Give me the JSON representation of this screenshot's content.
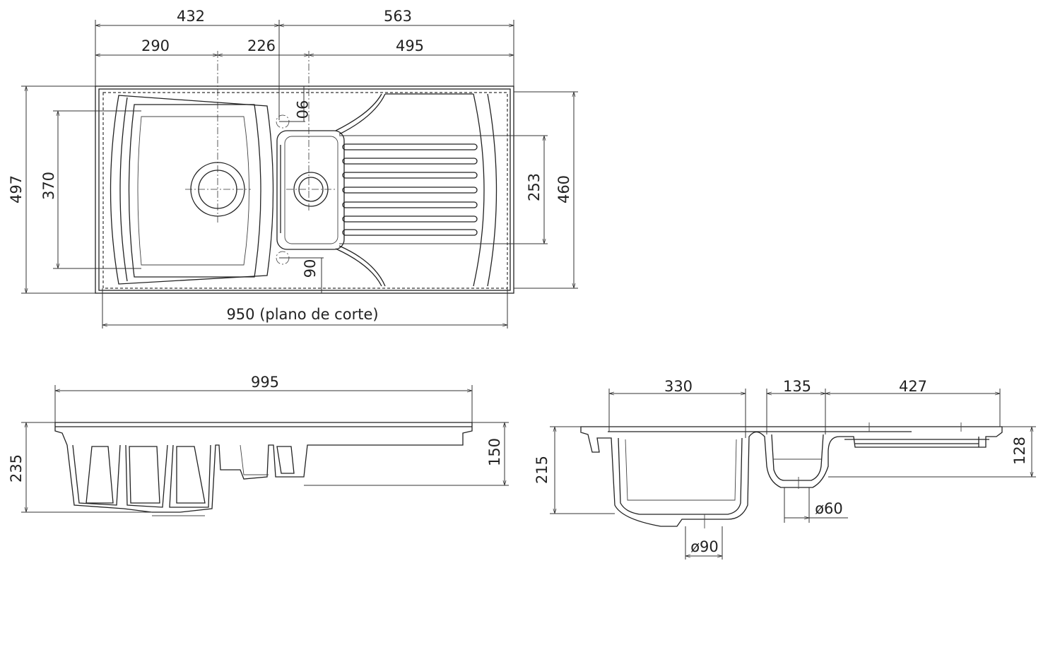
{
  "top_view": {
    "dims": {
      "d432": "432",
      "d563": "563",
      "d290": "290",
      "d226": "226",
      "d495": "495",
      "d497": "497",
      "d370": "370",
      "d253": "253",
      "d460": "460",
      "d90_top": "90",
      "d90_bottom": "90",
      "cut_plane": "950 (plano de corte)"
    }
  },
  "side_view": {
    "dims": {
      "d995": "995",
      "d235": "235",
      "d150": "150"
    }
  },
  "section_view": {
    "dims": {
      "d330": "330",
      "d135": "135",
      "d427": "427",
      "d215": "215",
      "d128": "128",
      "dia90": "ø90",
      "dia60": "ø60"
    }
  }
}
